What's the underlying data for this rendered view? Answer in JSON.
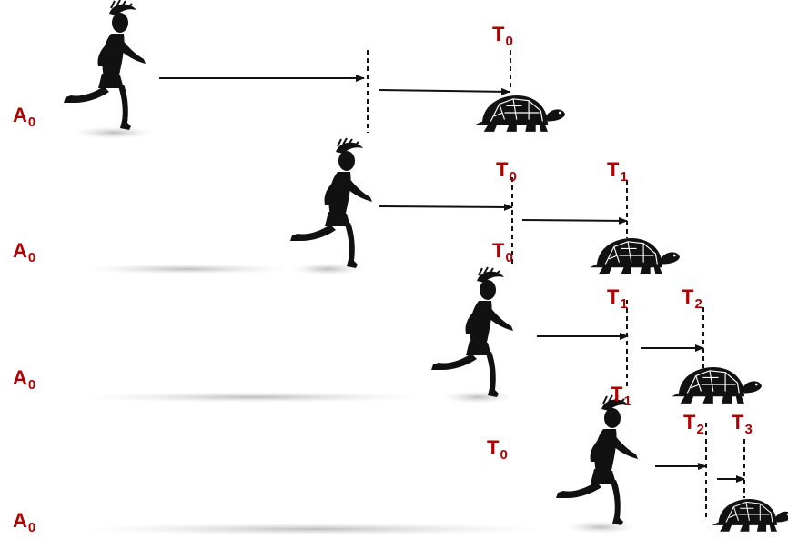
{
  "colors": {
    "label": "#b00000",
    "ink": "#111111",
    "shadow": "#c8c8c8"
  },
  "icons": {
    "runner": "achilles-runner-icon",
    "tortoise": "tortoise-icon"
  },
  "rows": [
    {
      "runner_label": {
        "base": "A",
        "sub": "0"
      },
      "tortoise_labels": [
        {
          "base": "T",
          "sub": "0"
        }
      ]
    },
    {
      "runner_label": {
        "base": "A",
        "sub": "0"
      },
      "tortoise_labels": [
        {
          "base": "T",
          "sub": "0"
        },
        {
          "base": "T",
          "sub": "1"
        }
      ]
    },
    {
      "runner_label": {
        "base": "A",
        "sub": "0"
      },
      "tortoise_labels": [
        {
          "base": "T",
          "sub": "0"
        },
        {
          "base": "T",
          "sub": "1"
        },
        {
          "base": "T",
          "sub": "2"
        }
      ]
    },
    {
      "runner_label": {
        "base": "A",
        "sub": "0"
      },
      "tortoise_labels": [
        {
          "base": "T",
          "sub": "0"
        },
        {
          "base": "T",
          "sub": "1"
        },
        {
          "base": "T",
          "sub": "2"
        },
        {
          "base": "T",
          "sub": "3"
        }
      ]
    }
  ]
}
